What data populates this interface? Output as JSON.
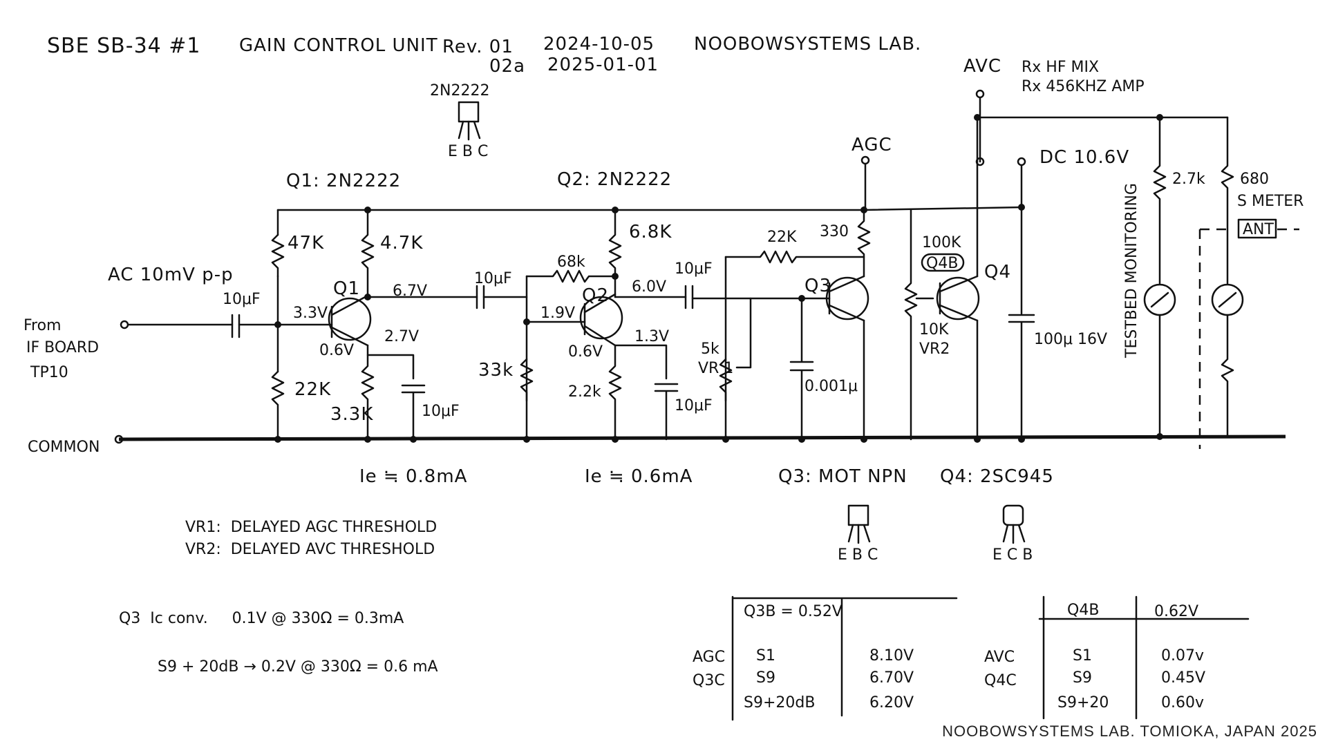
{
  "header": {
    "title": "SBE SB-34 #1",
    "subtitle": "GAIN CONTROL UNIT",
    "rev_label": "Rev. 01",
    "rev_date": "2024-10-05",
    "rev2_label": "02a",
    "rev2_date": "2025-01-01",
    "lab": "NOOBOWSYSTEMS LAB."
  },
  "pinout_top": {
    "part": "2N2222",
    "pins": "E B C"
  },
  "pinout_q3": {
    "part": "Q3: MOT NPN",
    "pins": "E B C"
  },
  "pinout_q4": {
    "part": "Q4: 2SC945",
    "pins": "E C B"
  },
  "labels": {
    "q1_part": "Q1: 2N2222",
    "q2_part": "Q2: 2N2222",
    "input_signal": "AC 10mV p-p",
    "from": "From",
    "if_board": "IF BOARD",
    "tp10": "TP10",
    "common": "COMMON",
    "agc": "AGC",
    "avc": "AVC",
    "rx_hf_mix": "Rx HF MIX",
    "rx_amp": "Rx 456KHZ AMP",
    "dc_voltage": "DC 10.6V",
    "testbed": "TESTBED MONITORING",
    "s_meter": "S METER",
    "ant": "ANT",
    "ie_q1": "Ie ≒ 0.8mA",
    "ie_q2": "Ie ≒ 0.6mA"
  },
  "components": {
    "r47k": "47K",
    "r4_7k": "4.7K",
    "r22k_a": "22K",
    "r3_3k": "3.3K",
    "c10uf_in": "10μF",
    "c10uf_coup": "10μF",
    "c10uf_q1e": "10μF",
    "q1": "Q1",
    "v33": "3.3V",
    "v06a": "0.6V",
    "v67": "6.7V",
    "v27": "2.7V",
    "r68k": "68k",
    "r6_8k": "6.8K",
    "r33k": "33k",
    "r2_2k": "2.2k",
    "q2": "Q2",
    "v19": "1.9V",
    "v06b": "0.6V",
    "v60": "6.0V",
    "v13": "1.3V",
    "c10uf_q2coup": "10μF",
    "c10uf_q2e": "10μF",
    "r22k_b": "22K",
    "vr1_val": "5k",
    "vr1": "VR 1",
    "c0001": "0.001μ",
    "r330": "330",
    "q3": "Q3",
    "r100k": "100K",
    "q4b_tag": "Q4B",
    "q4": "Q4",
    "vr2_val": "10K",
    "vr2": "VR2",
    "c100u": "100μ 16V",
    "r2_7k": "2.7k",
    "r680": "680"
  },
  "notes": {
    "vr1_line": "VR1:  DELAYED AGC THRESHOLD",
    "vr2_line": "VR2:  DELAYED AVC THRESHOLD",
    "ic_conv_1": "Q3  Ic conv.     0.1V @ 330Ω = 0.3mA",
    "ic_conv_2": "S9 + 20dB → 0.2V @ 330Ω = 0.6 mA"
  },
  "table_q3": {
    "header": "Q3B = 0.52V",
    "side1": "AGC",
    "side2": "Q3C",
    "rows": [
      {
        "level": "S1",
        "value": "8.10V"
      },
      {
        "level": "S9",
        "value": "6.70V"
      },
      {
        "level": "S9+20dB",
        "value": "6.20V"
      }
    ]
  },
  "table_q4": {
    "header_label": "Q4B",
    "header_value": "0.62V",
    "side1": "AVC",
    "side2": "Q4C",
    "rows": [
      {
        "level": "S1",
        "value": "0.07v"
      },
      {
        "level": "S9",
        "value": "0.45V"
      },
      {
        "level": "S9+20",
        "value": "0.60v"
      }
    ]
  },
  "footer": "NOOBOWSYSTEMS LAB. TOMIOKA, JAPAN 2025"
}
